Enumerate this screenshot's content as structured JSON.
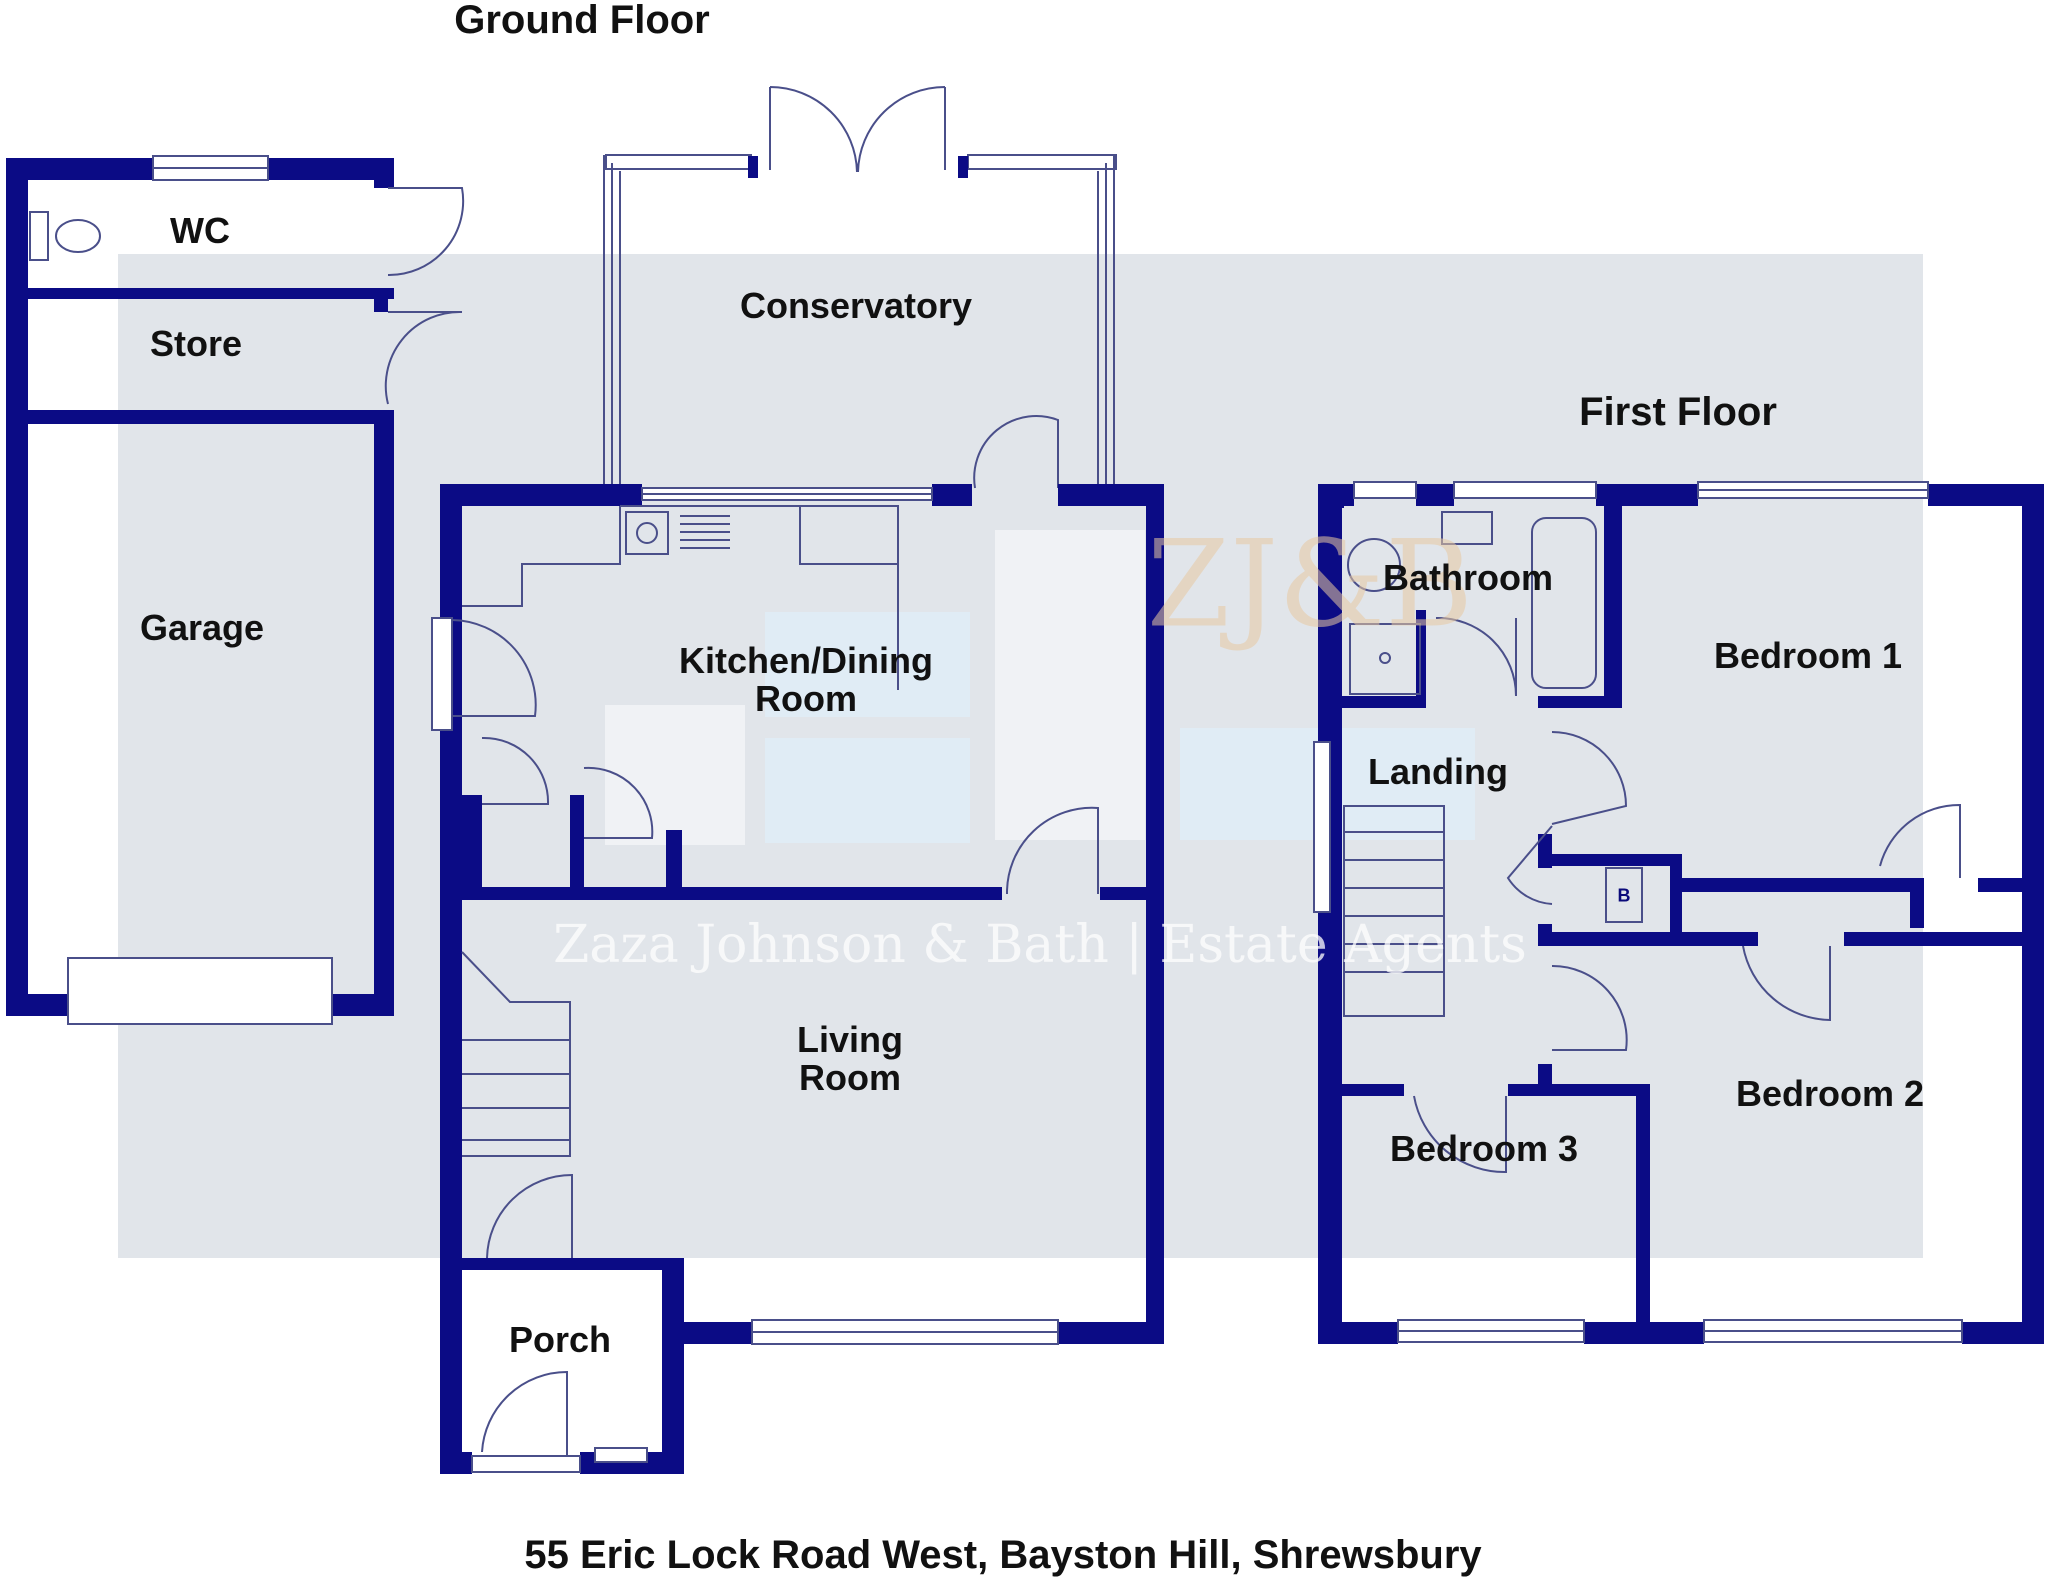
{
  "titles": {
    "ground_floor": "Ground Floor",
    "first_floor": "First Floor"
  },
  "rooms": {
    "wc": "WC",
    "store": "Store",
    "garage": "Garage",
    "conservatory": "Conservatory",
    "kitchen": "Kitchen/Dining\nRoom",
    "living": "Living\nRoom",
    "porch": "Porch",
    "bathroom": "Bathroom",
    "bedroom1": "Bedroom 1",
    "landing": "Landing",
    "bedroom2": "Bedroom 2",
    "bedroom3": "Bedroom 3"
  },
  "boiler_label": "B",
  "address": "55 Eric Lock Road West, Bayston Hill, Shrewsbury",
  "watermark": {
    "logo": "ZJ&B",
    "text": "Zaza Johnson & Bath  |  Estate Agents"
  },
  "colors": {
    "wall": "#0b0b85",
    "overlay": "#c9cfd8",
    "fixture": "#4a4f8a"
  }
}
